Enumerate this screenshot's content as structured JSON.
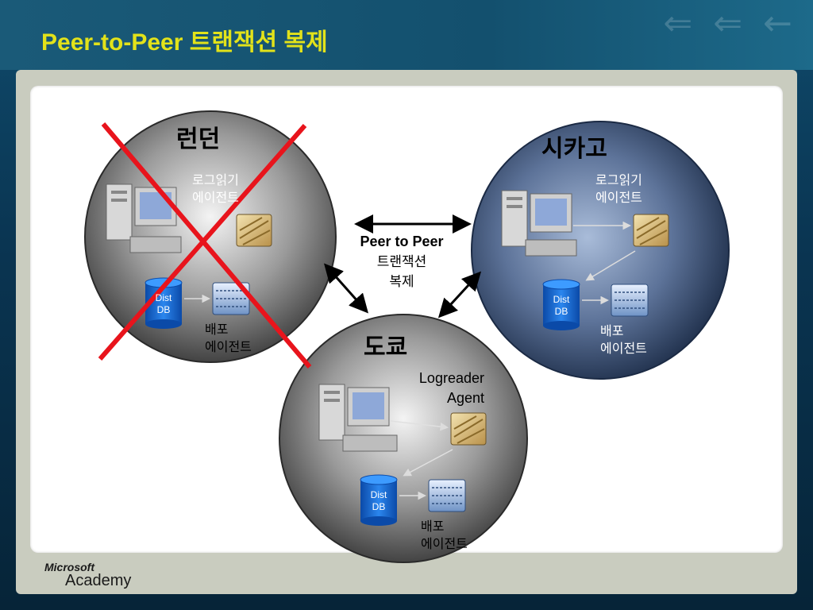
{
  "slide": {
    "title": "Peer-to-Peer 트랜잭션 복제"
  },
  "nodes": {
    "london": {
      "name": "런던",
      "logreader": [
        "로그읽기",
        "에이전트"
      ],
      "db": [
        "Dist",
        "DB"
      ],
      "distributor": [
        "배포",
        "에이전트"
      ],
      "failed": true
    },
    "chicago": {
      "name": "시카고",
      "logreader": [
        "로그읽기",
        "에이전트"
      ],
      "db": [
        "Dist",
        "DB"
      ],
      "distributor": [
        "배포",
        "에이전트"
      ]
    },
    "tokyo": {
      "name": "도쿄",
      "logreader": [
        "Logreader",
        "Agent"
      ],
      "db": [
        "Dist",
        "DB"
      ],
      "distributor": [
        "배포",
        "에이전트"
      ]
    }
  },
  "link": {
    "label_en": "Peer to Peer",
    "label_ko": [
      "트랜잭션",
      "복제"
    ]
  },
  "logo": {
    "brand": "Microsoft",
    "product": "Academy"
  },
  "colors": {
    "title": "#e2e21a",
    "cross": "#e8141c",
    "db": "#1d6fd1"
  }
}
